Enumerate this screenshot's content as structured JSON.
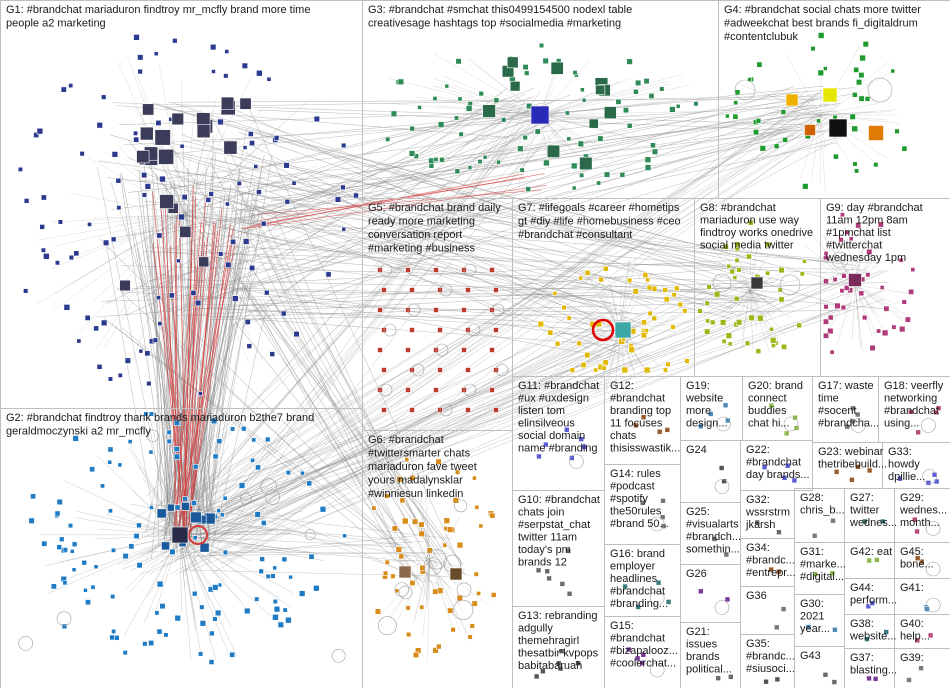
{
  "title": "",
  "groups": [
    {
      "id": "G1",
      "lines": [
        "G1: #brandchat mariaduron findtroy mr_mcfly brand more time",
        "people a2 marketing"
      ]
    },
    {
      "id": "G2",
      "lines": [
        "G2: #brandchat findtroy thank brands mariaduron b2the7 brand",
        "geraldmoczynski a2 mr_mcfly"
      ]
    },
    {
      "id": "G3",
      "lines": [
        "G3: #brandchat #smchat this0499154500 nodexl table",
        "creativesage hashtags top #socialmedia #marketing"
      ]
    },
    {
      "id": "G4",
      "lines": [
        "G4: #brandchat social chats more twitter",
        "#adweekchat best brands fi_digitaldrum",
        "#contentclubuk"
      ]
    },
    {
      "id": "G5",
      "lines": [
        "G5: #brandchat brand daily",
        "ready more marketing",
        "conversation report",
        "#marketing #business"
      ]
    },
    {
      "id": "G6",
      "lines": [
        "G6: #brandchat",
        "#twittersmarter chats",
        "mariaduron fave tweet",
        "yours madalynsklar",
        "#winniesun linkedin"
      ]
    },
    {
      "id": "G7",
      "lines": [
        "G7: #lifegoals #career #hometips",
        "gt #diy #life #homebusiness #ceo",
        "#brandchat #consultant"
      ]
    },
    {
      "id": "G8",
      "lines": [
        "G8: #brandchat",
        "mariaduron use way",
        "findtroy works onedrive",
        "social media twitter"
      ]
    },
    {
      "id": "G9",
      "lines": [
        "G9: day #brandchat",
        "11am 12pm 8am",
        "#1pmchat list",
        "#twitterchat",
        "wednesday 1pm"
      ]
    },
    {
      "id": "G10",
      "lines": [
        "G10: #brandchat",
        "chats join",
        "#serpstat_chat",
        "twitter 11am",
        "today's pm",
        "brands 12"
      ]
    },
    {
      "id": "G11",
      "lines": [
        "G11: #brandchat",
        "#ux #uxdesign",
        "listen tom",
        "elinsilveous",
        "social domain",
        "name #branding"
      ]
    },
    {
      "id": "G12",
      "lines": [
        "G12:",
        "#brandchat",
        "branding top",
        "11 focuses",
        "chats",
        "thisisswastik..."
      ]
    },
    {
      "id": "G13",
      "lines": [
        "G13: rebranding",
        "adgully",
        "themehragirl",
        "thesatbir kvpops",
        "babitabaruah"
      ]
    },
    {
      "id": "G14",
      "lines": [
        "G14: rules",
        "#podcast",
        "#spotify",
        "the50rules",
        "#brand 50..."
      ]
    },
    {
      "id": "G15",
      "lines": [
        "G15:",
        "#brandchat",
        "#bizapalooz...",
        "#coolerchat..."
      ]
    },
    {
      "id": "G16",
      "lines": [
        "G16: brand",
        "employer",
        "headlines",
        "#brandchat",
        "#branding..."
      ]
    },
    {
      "id": "G17",
      "lines": [
        "G17: waste",
        "time",
        "#socent",
        "#brandcha..."
      ]
    },
    {
      "id": "G18",
      "lines": [
        "G18: veerfly",
        "networking",
        "#brandchat",
        "using..."
      ]
    },
    {
      "id": "G19",
      "lines": [
        "G19:",
        "website",
        "more",
        "design..."
      ]
    },
    {
      "id": "G20",
      "lines": [
        "G20: brand",
        "connect",
        "buddies",
        "chat hi..."
      ]
    },
    {
      "id": "G21",
      "lines": [
        "G21:",
        "issues",
        "brands",
        "political..."
      ]
    },
    {
      "id": "G22",
      "lines": [
        "G22:",
        "#brandchat",
        "day brands..."
      ]
    },
    {
      "id": "G23",
      "lines": [
        "G23: webinar",
        "thetribebuild..."
      ]
    },
    {
      "id": "G24",
      "lines": [
        "G24"
      ]
    },
    {
      "id": "G25",
      "lines": [
        "G25:",
        "#visualarts",
        "#brandch...",
        "somethin..."
      ]
    },
    {
      "id": "G26",
      "lines": [
        "G26"
      ]
    },
    {
      "id": "G27",
      "lines": [
        "G27:",
        "twitter",
        "wednes..."
      ]
    },
    {
      "id": "G28",
      "lines": [
        "G28:",
        "chris_b..."
      ]
    },
    {
      "id": "G29",
      "lines": [
        "G29:",
        "wednes...",
        "month..."
      ]
    },
    {
      "id": "G30",
      "lines": [
        "G30:",
        "2021",
        "year..."
      ]
    },
    {
      "id": "G31",
      "lines": [
        "G31:",
        "#marke...",
        "#digital..."
      ]
    },
    {
      "id": "G32",
      "lines": [
        "G32:",
        "wssrstrm",
        "jkarsh"
      ]
    },
    {
      "id": "G33",
      "lines": [
        "G33:",
        "howdy",
        "dpillie..."
      ]
    },
    {
      "id": "G34",
      "lines": [
        "G34:",
        "#brandc...",
        "#entrepr..."
      ]
    },
    {
      "id": "G35",
      "lines": [
        "G35:",
        "#brandc...",
        "#siusoci..."
      ]
    },
    {
      "id": "G36",
      "lines": [
        "G36"
      ]
    },
    {
      "id": "G37",
      "lines": [
        "G37:",
        "blasting..."
      ]
    },
    {
      "id": "G38",
      "lines": [
        "G38:",
        "website..."
      ]
    },
    {
      "id": "G39",
      "lines": [
        "G39:"
      ]
    },
    {
      "id": "G40",
      "lines": [
        "G40:",
        "help..."
      ]
    },
    {
      "id": "G41",
      "lines": [
        "G41:"
      ]
    },
    {
      "id": "G42",
      "lines": [
        "G42: eat"
      ]
    },
    {
      "id": "G43",
      "lines": [
        "G43"
      ]
    },
    {
      "id": "G44",
      "lines": [
        "G44:",
        "perform..."
      ]
    },
    {
      "id": "G45",
      "lines": [
        "G45:",
        "bone..."
      ]
    }
  ],
  "colors": {
    "border": "#bfbfbf",
    "edge": "#8c8c8c",
    "edge_hub": "#d33a3a",
    "G1": "#2b3a8f",
    "G2": "#1e7bc4",
    "G3": "#2e8b57",
    "G4": "#1f9a2e",
    "G5": "#c0392b",
    "G6": "#d98c1a",
    "G7": "#e3b800",
    "G8": "#9ab81a",
    "G9": "#b03a7a",
    "G10": "#6a6a6a",
    "G11": "#5b5bd6",
    "G12": "#9a5a2a",
    "G13": "#555555",
    "G14": "#777777",
    "G15": "#7a3a9a",
    "G16": "#3a7a7a",
    "misc": "#7a7a7a"
  }
}
